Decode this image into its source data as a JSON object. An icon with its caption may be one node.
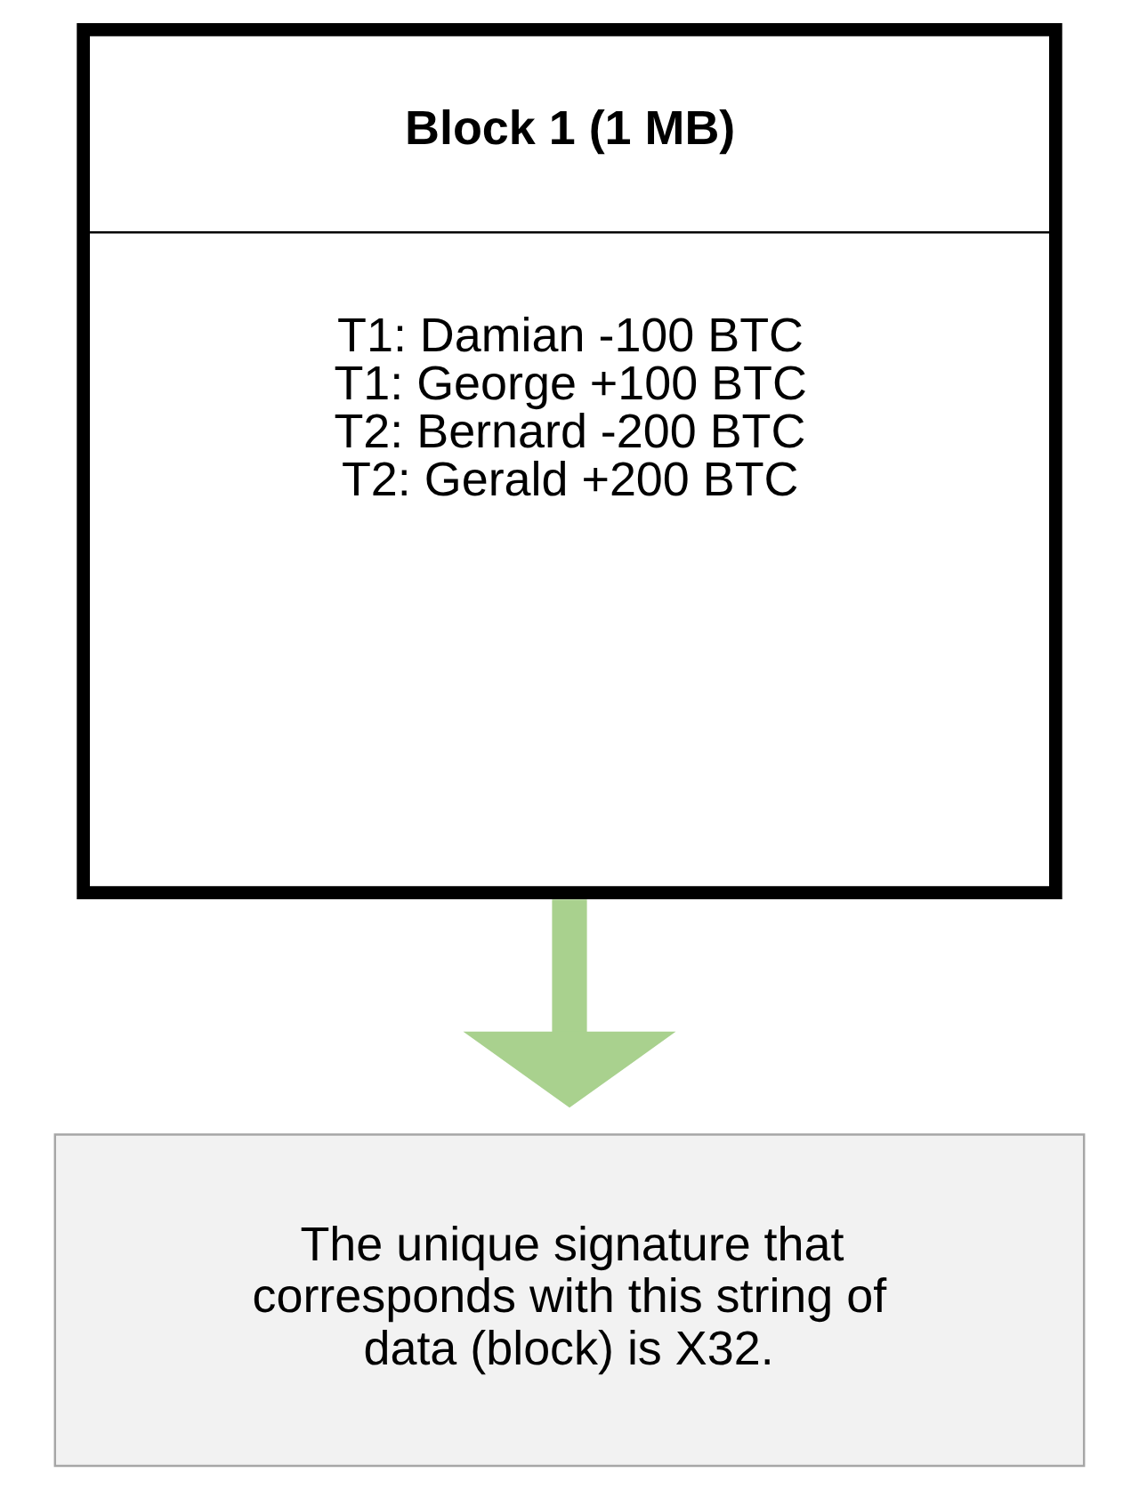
{
  "diagram": {
    "nodes": [
      {
        "text": [
          "Block 1 (1 MB)",
          "T1: Damian -100 BTC",
          "T1: George +100 BTC",
          "T2: Bernard -200 BTC",
          "T2: Gerald +200 BTC"
        ]
      },
      {
        "text": [
          "The unique signature that corresponds with this string of data (block) is X32."
        ]
      }
    ],
    "edges": [
      {
        "from": 0,
        "to": 1,
        "arrow": "to",
        "color": "#a9d18e"
      }
    ]
  }
}
